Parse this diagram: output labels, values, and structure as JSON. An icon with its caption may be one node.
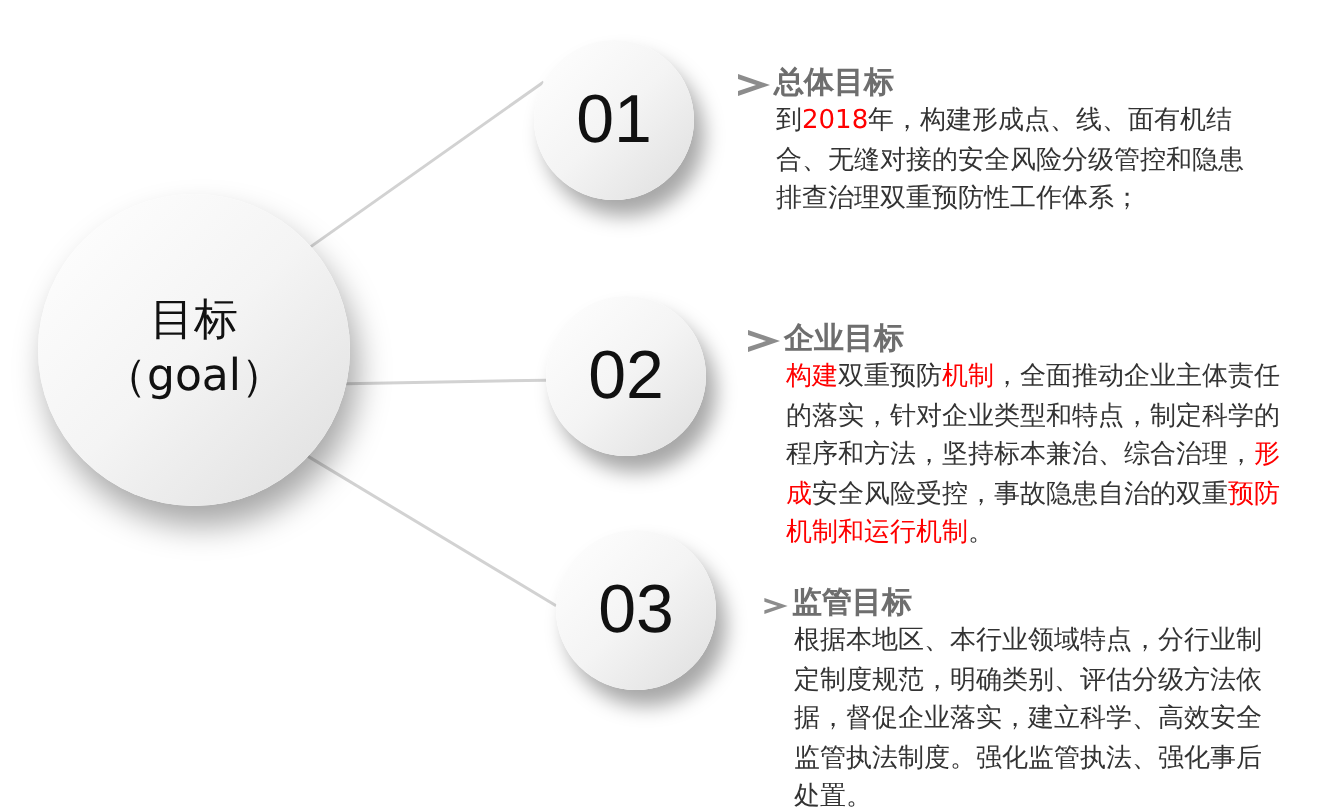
{
  "diagram": {
    "nodes": [
      {
        "text": [
          "目标",
          "（goal）"
        ]
      },
      {
        "text": [
          "01"
        ],
        "beside": [
          "总体目标",
          "到**2018**年，构建形成点、线、面有机结合、无缝对接的安全风险分级管控和隐患排查治理双重预防性工作体系；"
        ]
      },
      {
        "text": [
          "02"
        ],
        "beside": [
          "企业目标",
          "**构建**双重预防**机制**，全面推动企业主体责任的落实，针对企业类型和特点，制定科学的程序和方法，坚持标本兼治、综合治理，**形成**安全风险受控，事故隐患自治的双重**预防机制和运行机制**。"
        ]
      },
      {
        "text": [
          "03"
        ],
        "beside": [
          "监管目标",
          "根据本地区、本行业领域特点，分行业制定制度规范，明确类别、评估分级方法依据，督促企业落实，建立科学、高效安全监管执法制度。强化监管执法、强化事后处置。"
        ]
      }
    ],
    "edges": [
      {
        "from": 0,
        "to": 1,
        "arrow": "none"
      },
      {
        "from": 0,
        "to": 2,
        "arrow": "none"
      },
      {
        "from": 0,
        "to": 3,
        "arrow": "none"
      }
    ]
  }
}
